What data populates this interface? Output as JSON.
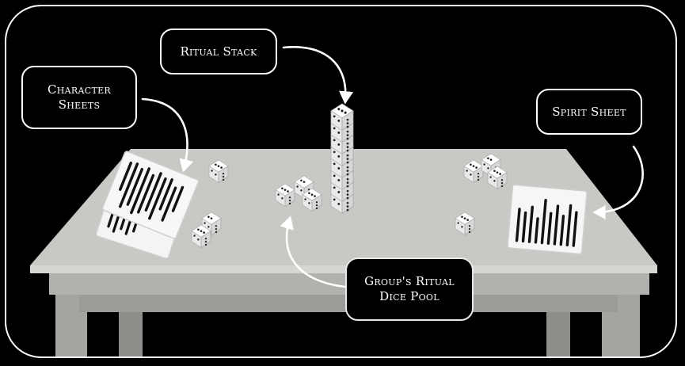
{
  "labels": {
    "ritual_stack": "Ritual Stack",
    "character_sheets": "Character\nSheets",
    "spirit_sheet": "Spirit Sheet",
    "group_pool": "Group's Ritual\nDice Pool"
  },
  "colors": {
    "background": "#000000",
    "frame": "#ffffff",
    "table_top": "#c9c8c5",
    "table_edge": "#bdbbb6",
    "table_legs": "#a6a4a0",
    "die_face": "#f2f2f2",
    "pip": "#222222"
  },
  "icons": [
    "die-icon",
    "character-sheet-icon",
    "spirit-sheet-icon",
    "arrow-icon"
  ]
}
